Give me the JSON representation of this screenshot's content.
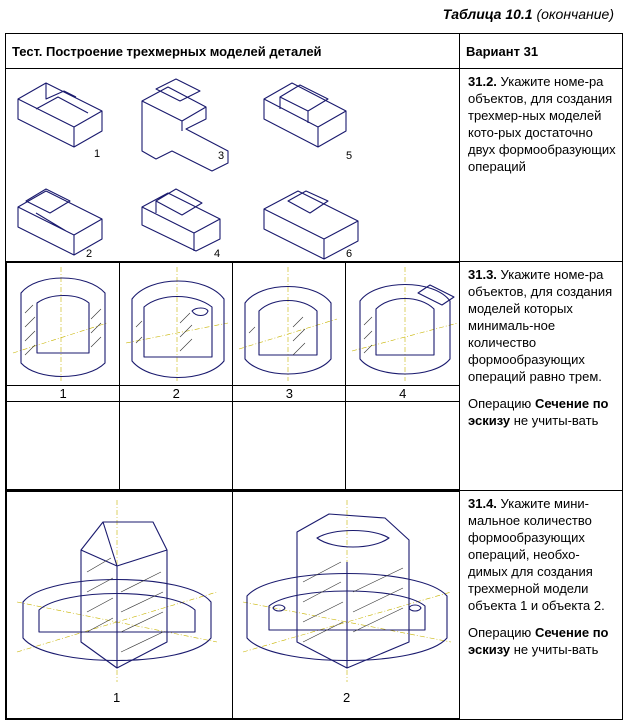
{
  "caption": {
    "title": "Таблица 10.1",
    "suffix": "(окончание)"
  },
  "header": {
    "col1": "Тест. Построение трехмерных моделей деталей",
    "col2": "Вариант 31"
  },
  "q1": {
    "num": "31.2.",
    "text": "Укажите номе-ра объектов, для создания трехмер-ных моделей кото-рых достаточно двух формообразующих операций",
    "labels": [
      "1",
      "3",
      "5",
      "2",
      "4",
      "6"
    ]
  },
  "q2": {
    "num": "31.3.",
    "text": "Укажите номе-ра объектов, для создания моделей которых минималь-ное количество формообразующих операций равно трем.",
    "note_pre": "Операцию",
    "note_kw": "Сечение по эскизу",
    "note_post": "не учиты-вать",
    "labels": [
      "1",
      "2",
      "3",
      "4"
    ]
  },
  "q3": {
    "num": "31.4.",
    "text": "Укажите мини-мальное количество формообразующих операций, необхо-димых для создания трехмерной модели объекта 1 и объекта 2.",
    "note_pre": "Операцию",
    "note_kw": "Сечение по эскизу",
    "note_post": "не учиты-вать",
    "labels": [
      "1",
      "2"
    ]
  }
}
